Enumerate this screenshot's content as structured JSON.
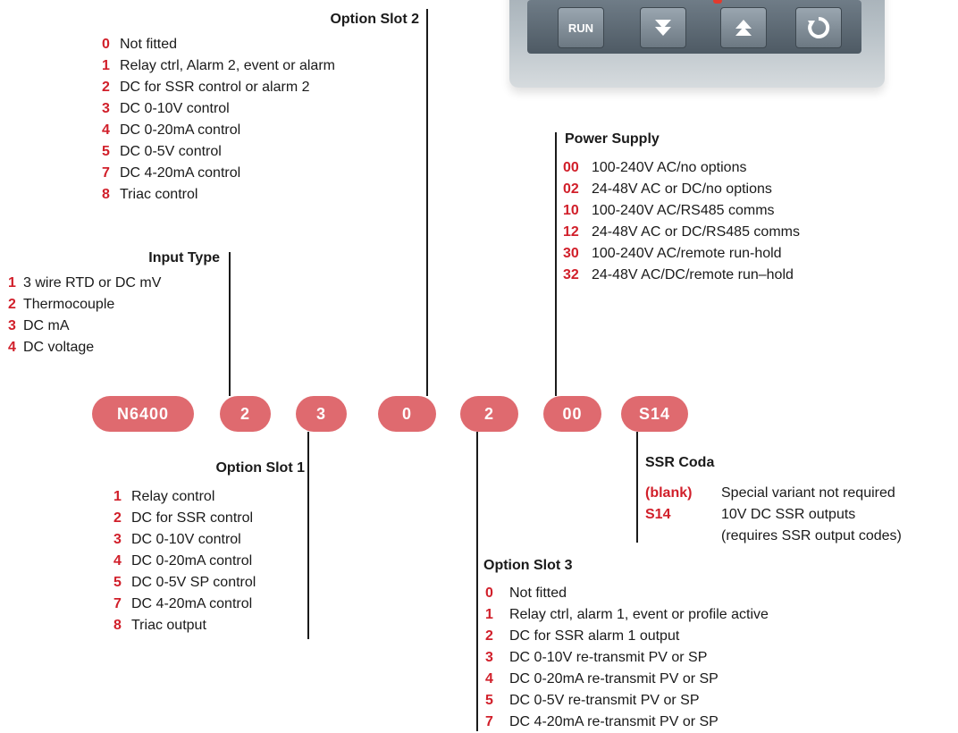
{
  "device": {
    "run_label": "RUN",
    "keys": [
      "run-key",
      "down-arrow-icon",
      "up-arrow-icon",
      "cycle-icon"
    ]
  },
  "sections": {
    "option_slot_2": {
      "title": "Option Slot 2",
      "items": [
        {
          "code": "0",
          "desc": "Not fitted"
        },
        {
          "code": "1",
          "desc": "Relay ctrl, Alarm 2, event or alarm"
        },
        {
          "code": "2",
          "desc": "DC for SSR control or alarm 2"
        },
        {
          "code": "3",
          "desc": "DC 0-10V control"
        },
        {
          "code": "4",
          "desc": "DC 0-20mA control"
        },
        {
          "code": "5",
          "desc": "DC 0-5V control"
        },
        {
          "code": "7",
          "desc": "DC 4-20mA control"
        },
        {
          "code": "8",
          "desc": "Triac control"
        }
      ]
    },
    "input_type": {
      "title": "Input Type",
      "items": [
        {
          "code": "1",
          "desc": "3 wire RTD or DC mV"
        },
        {
          "code": "2",
          "desc": "Thermocouple"
        },
        {
          "code": "3",
          "desc": "DC mA"
        },
        {
          "code": "4",
          "desc": "DC voltage"
        }
      ]
    },
    "power_supply": {
      "title": "Power Supply",
      "items": [
        {
          "code": "00",
          "desc": "100-240V AC/no options"
        },
        {
          "code": "02",
          "desc": "24-48V AC or DC/no options"
        },
        {
          "code": "10",
          "desc": "100-240V AC/RS485 comms"
        },
        {
          "code": "12",
          "desc": "24-48V AC or DC/RS485 comms"
        },
        {
          "code": "30",
          "desc": "100-240V AC/remote run-hold"
        },
        {
          "code": "32",
          "desc": "24-48V AC/DC/remote run–hold"
        }
      ]
    },
    "option_slot_1": {
      "title": "Option Slot 1",
      "items": [
        {
          "code": "1",
          "desc": "Relay control"
        },
        {
          "code": "2",
          "desc": "DC for SSR control"
        },
        {
          "code": "3",
          "desc": "DC 0-10V control"
        },
        {
          "code": "4",
          "desc": "DC 0-20mA control"
        },
        {
          "code": "5",
          "desc": "DC 0-5V SP control"
        },
        {
          "code": "7",
          "desc": "DC 4-20mA control"
        },
        {
          "code": "8",
          "desc": "Triac output"
        }
      ]
    },
    "ssr_coda": {
      "title": "SSR Coda",
      "items": [
        {
          "code": "(blank)",
          "desc": "Special variant not required"
        },
        {
          "code": "S14",
          "desc": "10V DC SSR outputs"
        },
        {
          "code": "",
          "desc": "(requires SSR output codes)"
        }
      ]
    },
    "option_slot_3": {
      "title": "Option Slot 3",
      "items": [
        {
          "code": "0",
          "desc": "Not fitted"
        },
        {
          "code": "1",
          "desc": "Relay ctrl, alarm 1, event or profile active"
        },
        {
          "code": "2",
          "desc": "DC for SSR alarm 1 output"
        },
        {
          "code": "3",
          "desc": "DC 0-10V re-transmit PV or SP"
        },
        {
          "code": "4",
          "desc": "DC 0-20mA re-transmit PV or SP"
        },
        {
          "code": "5",
          "desc": "DC 0-5V re-transmit PV or SP"
        },
        {
          "code": "7",
          "desc": "DC 4-20mA re-transmit PV or SP"
        }
      ]
    }
  },
  "order_code": [
    "N6400",
    "2",
    "3",
    "0",
    "2",
    "00",
    "S14"
  ],
  "colors": {
    "code_red": "#d11f2a",
    "pill_fill": "#df6a6f",
    "text": "#1a1a1a"
  }
}
